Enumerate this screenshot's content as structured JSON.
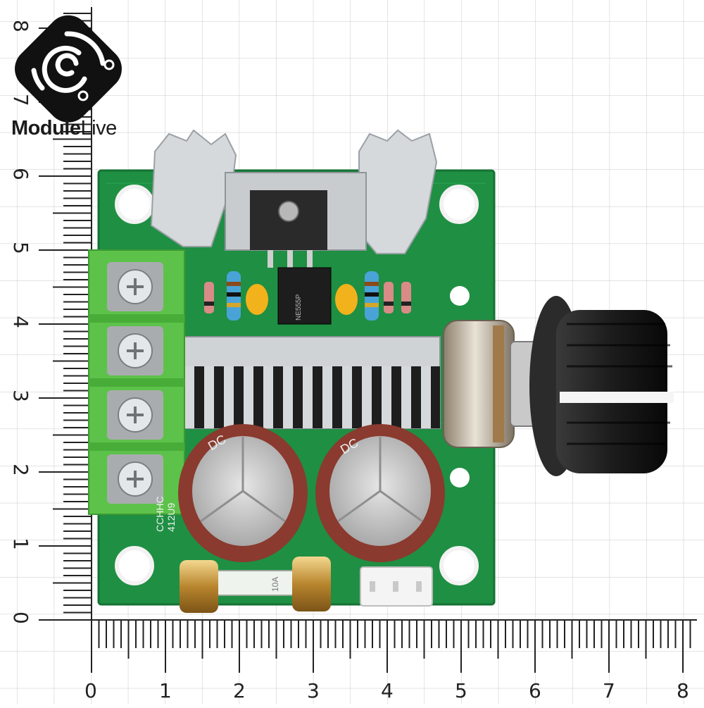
{
  "brand": {
    "name_bold": "Module",
    "name_light": "Live",
    "logo": "circuit-swirl-logo"
  },
  "ruler": {
    "horizontal_numbers": [
      "0",
      "1",
      "2",
      "3",
      "4",
      "5",
      "6",
      "7",
      "8"
    ],
    "vertical_numbers": [
      "0",
      "1",
      "2",
      "3",
      "4",
      "5",
      "6",
      "7",
      "8"
    ]
  },
  "product": {
    "chip_marking": "NE555P",
    "capacitor_marking_1": "DC",
    "capacitor_marking_2": "DC",
    "board_print_1": "CCHHC",
    "board_print_2": "412U9",
    "fuse_marking": "10A"
  },
  "colors": {
    "pcb": "#1f8f43",
    "terminal": "#5cc24a",
    "heatsink": "#d6d9dc",
    "capacitor": "#8a3a2e",
    "knob": "#1a1a1a"
  }
}
